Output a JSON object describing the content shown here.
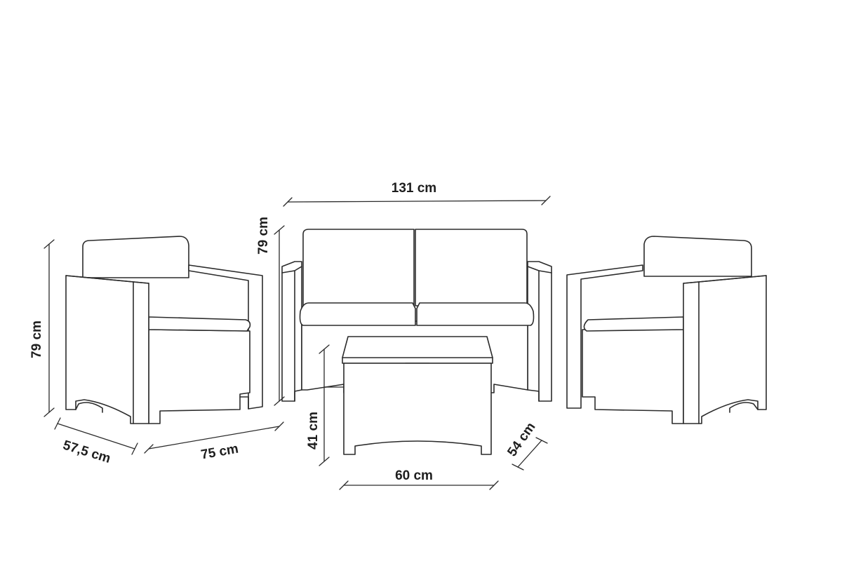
{
  "diagram": {
    "items": [
      {
        "name": "armchair",
        "count": 2
      },
      {
        "name": "sofa",
        "count": 1
      },
      {
        "name": "coffee-table",
        "count": 1
      }
    ],
    "dimensions": {
      "armchair_height": "79 cm",
      "armchair_depth": "57,5 cm",
      "armchair_width": "75 cm",
      "sofa_width": "131 cm",
      "sofa_height": "79 cm",
      "table_height": "41 cm",
      "table_width": "60 cm",
      "table_depth": "54 cm"
    },
    "colors": {
      "line": "#2b2b2b",
      "background": "#ffffff"
    }
  }
}
